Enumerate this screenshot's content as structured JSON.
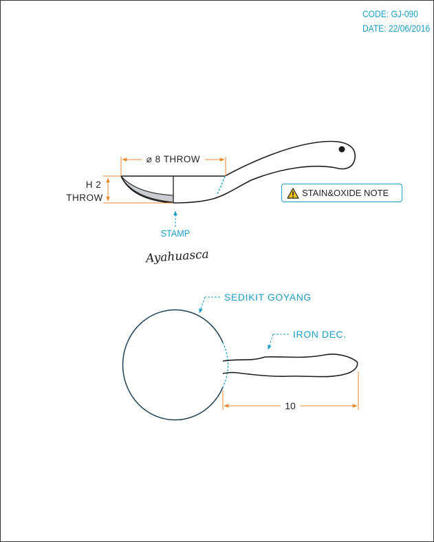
{
  "header": {
    "code": "CODE: GJ-090",
    "date": "DATE: 22/06/2016"
  },
  "side_view": {
    "diameter_label": "⌀ 8 THROW",
    "height_label_line1": "H 2",
    "height_label_line2": "THROW",
    "stamp_label": "STAMP",
    "signature": "Ayahuasca"
  },
  "note": {
    "icon": "warning-icon",
    "label": "STAIN&OXIDE NOTE"
  },
  "top_view": {
    "bowl_callout": "SEDIKIT GOYANG",
    "handle_callout": "IRON DEC.",
    "handle_length": "10"
  },
  "colors": {
    "dimension": "#e8892c",
    "callout": "#1a9fc6",
    "outline": "#1b1b1b",
    "bowl_outline": "#1f3f52",
    "stain": "#c9ccd0"
  }
}
